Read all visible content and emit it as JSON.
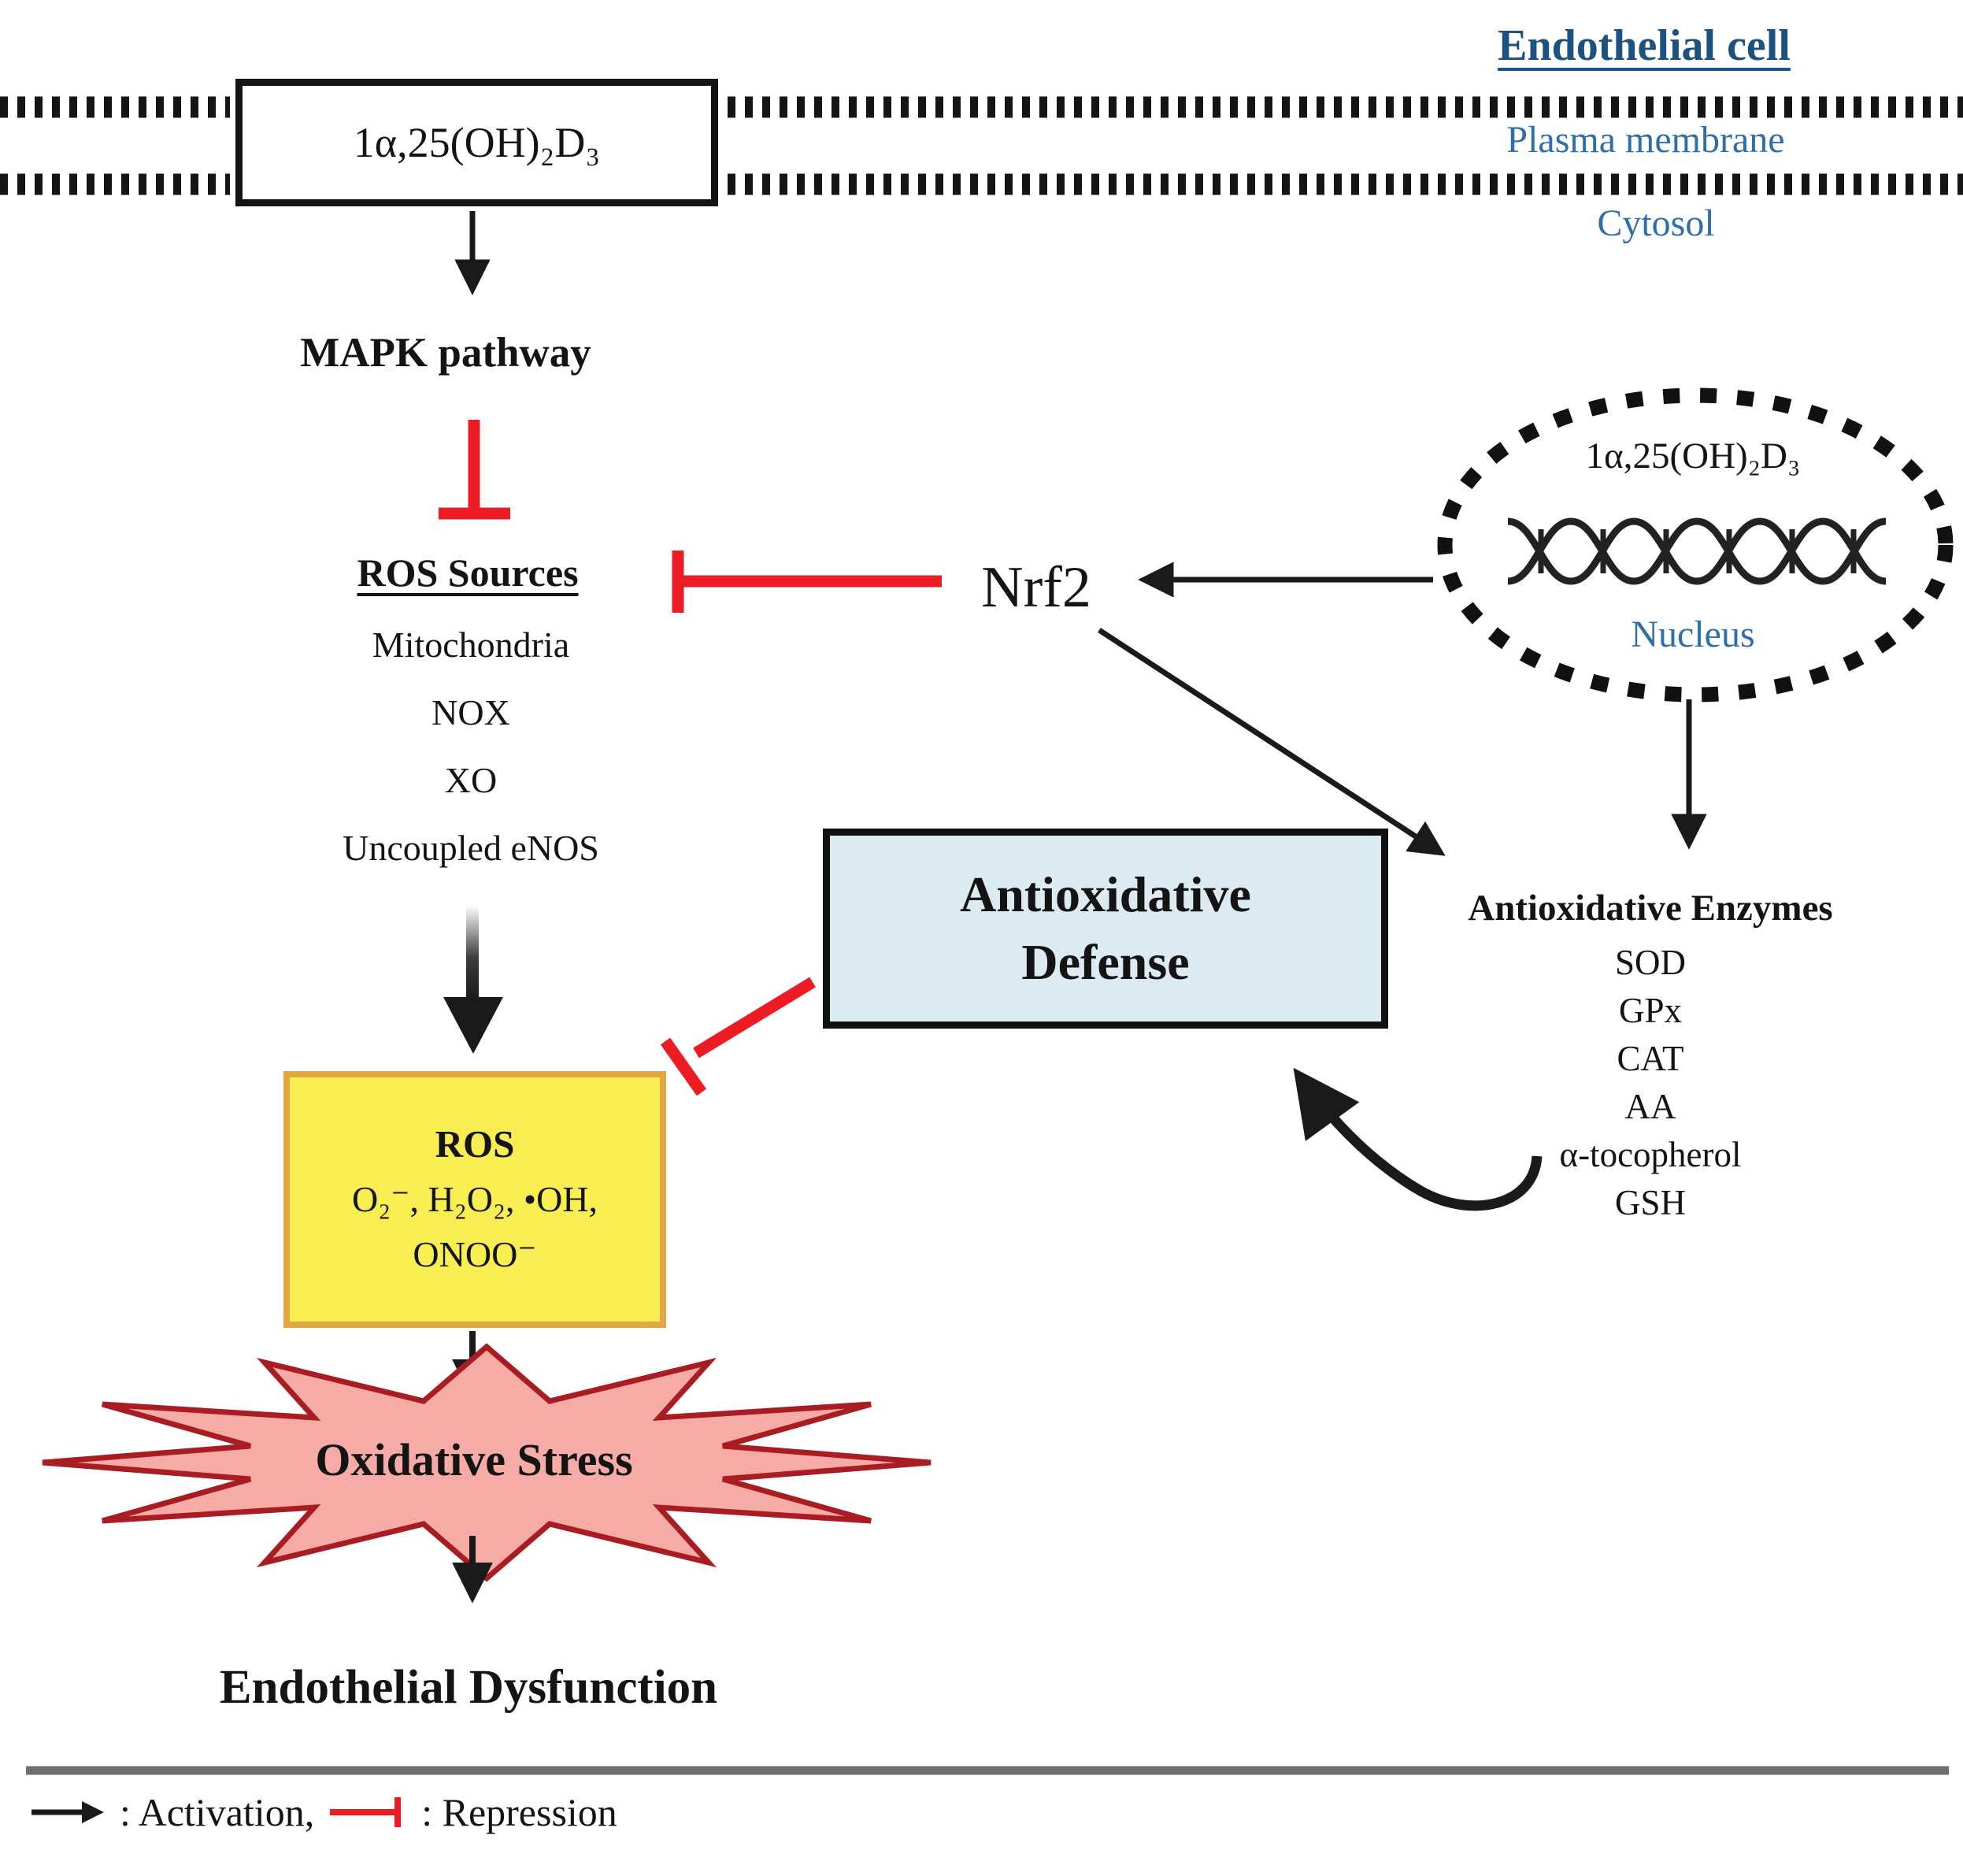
{
  "colors": {
    "accent_red": "#ed1c24",
    "label_blue": "#2e6ea9",
    "cell_title_blue": "#1c5280",
    "ros_box_fill": "#f8ee52",
    "ros_box_border": "#e2a644",
    "defense_box_fill": "#dcebf2",
    "star_fill": "#f6aba6",
    "star_border": "#a81c22"
  },
  "cell": {
    "title": "Endothelial cell",
    "membrane_label": "Plasma membrane",
    "cytosol_label": "Cytosol"
  },
  "vitd_box": {
    "label": "1α,25(OH)₂D₃"
  },
  "mapk": {
    "label": "MAPK pathway"
  },
  "ros_sources": {
    "title": "ROS Sources",
    "items": [
      "Mitochondria",
      "NOX",
      "XO",
      "Uncoupled eNOS"
    ]
  },
  "nrf2": {
    "label": "Nrf2"
  },
  "nucleus": {
    "vitd_label": "1α,25(OH)₂D₃",
    "label": "Nucleus"
  },
  "defense_box": {
    "line1": "Antioxidative",
    "line2": "Defense"
  },
  "enzymes": {
    "title": "Antioxidative Enzymes",
    "items": [
      "SOD",
      "GPx",
      "CAT",
      "AA",
      "α-tocopherol",
      "GSH"
    ]
  },
  "ros_box": {
    "title": "ROS",
    "line1": "O₂⁻, H₂O₂, •OH,",
    "line2": "ONOO⁻"
  },
  "oxidative_stress": {
    "label": "Oxidative Stress"
  },
  "outcome": {
    "label": "Endothelial Dysfunction"
  },
  "legend": {
    "activation_label": ": Activation,",
    "repression_label": ": Repression"
  }
}
